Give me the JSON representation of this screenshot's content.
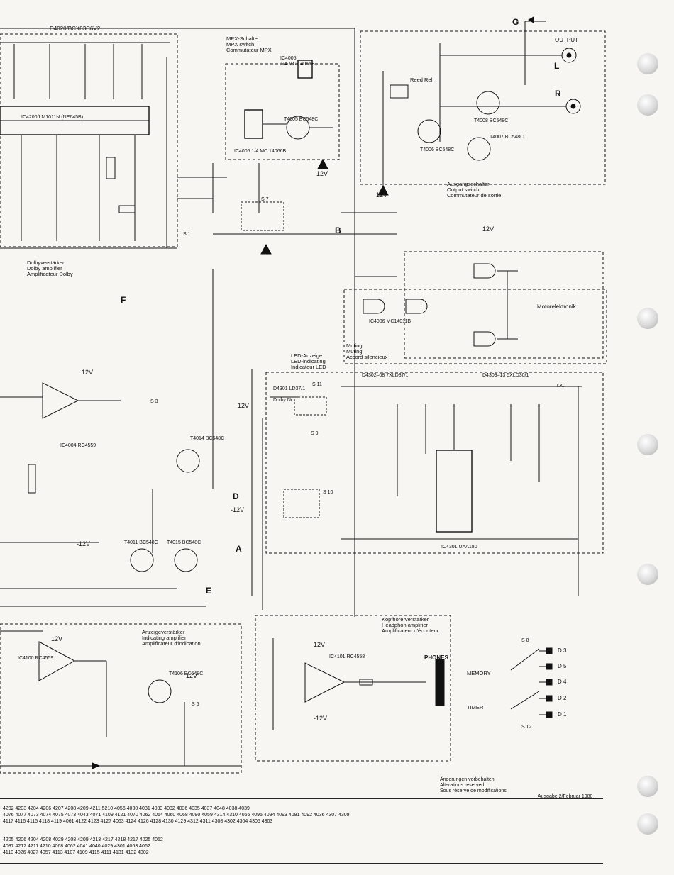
{
  "blocks": {
    "mpx": [
      "MPX-Schalter",
      "MPX switch",
      "Commutateur MPX"
    ],
    "dolby": [
      "Dolbyverstärker",
      "Dolby amplifier",
      "Amplificateur Dolby"
    ],
    "output_switch": [
      "Ausgangsschalter",
      "Output switch",
      "Commutateur de sortie"
    ],
    "muting": [
      "Muting",
      "Muting",
      "Accord silencieux"
    ],
    "led": [
      "LED-Anzeige",
      "LED-indicating",
      "Indicateur LED"
    ],
    "indicating": [
      "Anzeigeverstärker",
      "Indicating amplifier",
      "Amplificateur d'indication"
    ],
    "headphone": [
      "Kopfhörerverstärker",
      "Headphon amplifier",
      "Amplificateur d'écouteur"
    ],
    "motor": "Motorelektronik",
    "output": "OUTPUT",
    "phones": "PHONES",
    "memory": "MEMORY",
    "timer": "TIMER",
    "reed": "Reed Rel."
  },
  "connectors": [
    "G",
    "B",
    "F",
    "D",
    "A",
    "E"
  ],
  "channels": [
    "L",
    "R"
  ],
  "supply": [
    "12V",
    "-12V"
  ],
  "ics": [
    "IC4200/LM1011N (NE645B)",
    "IC4005 1/4 MC 14066B",
    "IC4004 RC4559",
    "IC4006 MC14011B",
    "IC4301 UAA180",
    "IC4100 RC4559",
    "IC4101 RC4558"
  ],
  "transistors": [
    "T4005 BC548C",
    "T4008 BC548C",
    "T4006 BC548C",
    "T4007 BC548C",
    "T4014 BC548C",
    "T4011 BC548C",
    "T4015 BC548C",
    "T4106 BC548C"
  ],
  "switch_labels": [
    "S 1",
    "S 3",
    "S 6",
    "S 7",
    "S 8",
    "S 9",
    "S 10",
    "S 11",
    "S 12"
  ],
  "switch_contacts": [
    "D 3",
    "D 5",
    "D 4",
    "D 2",
    "D 1"
  ],
  "led_groups": [
    "D4302–08 7XLD37/1",
    "D4309–13 5XLD30/1",
    "D4301 LD37/1 Dolby Nr"
  ],
  "parts_rows": [
    "4202 4203 4204 4206 4207 4208 4209 4211    5210    4056                    4030  4031 4033     4032                      4036              4035  4037                  4048 4038  4039",
    "4076 4077 4073 4074 4075 4073 4043 4071 4109 4121  4070 4062  4064 4060  4068  4090  4059        4314 4310             4066 4095  4094  4093            4091 4092     4036   4307  4309",
    "4117 4116  4115  4118  4119  4061    4122 4123 4127    4063    4124  4126          4128   4130  4129                  4312 4311                                4308        4302  4304 4305 4303",
    "4205  4206 4204  4208 4029 4208 4209 4213 4217 4218 4217                4025                                                4052",
    "4037  4212 4211  4210 4068 4062  4041  4040    4029                            4301                                4063  4062",
    "4110 4026 4027 4057  4113  4107                  4109            4115      4111          4131      4132     4302"
  ],
  "edition": {
    "lines": [
      "Änderungen vorbehalten",
      "Alterations reserved",
      "Sous réserve de modifications"
    ],
    "issue": "Ausgabe 2/Februar 1980"
  },
  "colors": {
    "ink": "#111111",
    "paper": "#f7f6f2"
  }
}
